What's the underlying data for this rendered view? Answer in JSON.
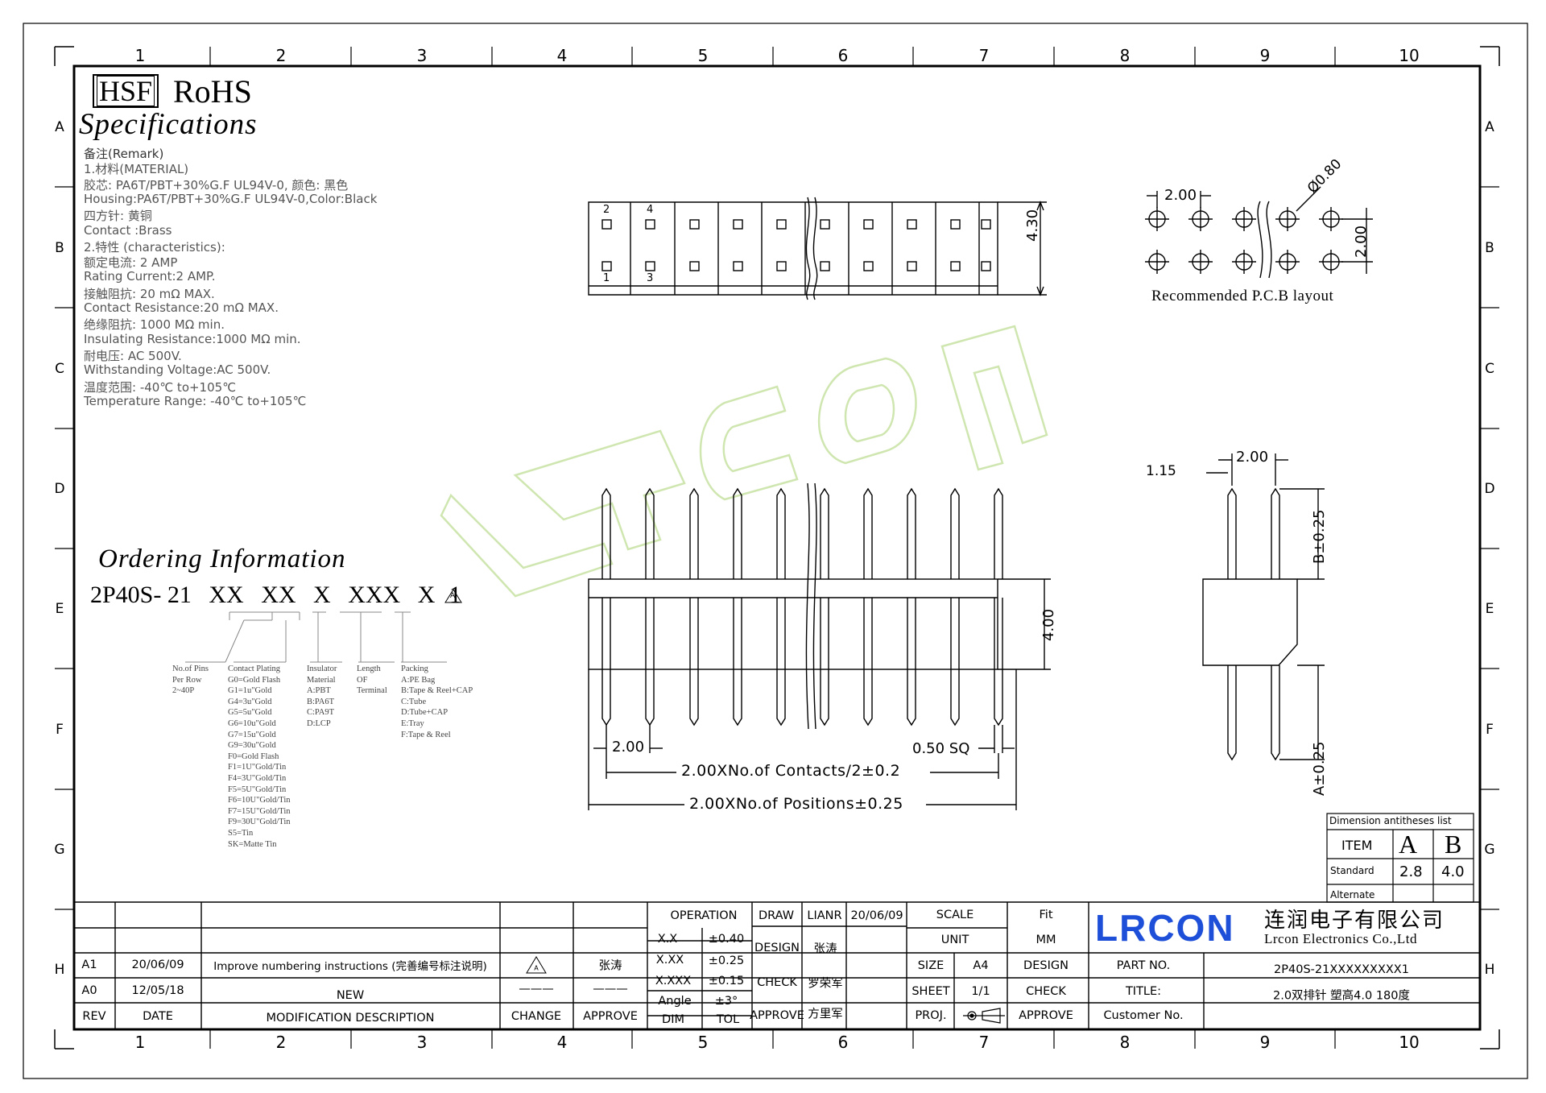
{
  "header": {
    "hsf": "HSF",
    "rohs": "RoHS",
    "specifications_title": "Specifications"
  },
  "specs": [
    "备注(Remark)",
    "1.材料(MATERIAL)",
    "胶芯: PA6T/PBT+30%G.F UL94V-0, 颜色: 黑色",
    "Housing:PA6T/PBT+30%G.F UL94V-0,Color:Black",
    "四方针: 黄铜",
    "Contact :Brass",
    "2.特性 (characteristics):",
    "额定电流: 2 AMP",
    "Rating Current:2 AMP.",
    "接触阻抗: 20 mΩ MAX.",
    "Contact Resistance:20 mΩ MAX.",
    "绝缘阻抗: 1000 MΩ min.",
    "Insulating Resistance:1000 MΩ min.",
    "耐电压: AC 500V.",
    "Withstanding Voltage:AC 500V.",
    "温度范围: -40℃ to+105℃",
    "Temperature Range: -40℃ to+105℃"
  ],
  "ordering": {
    "title": "Ordering Information",
    "code_prefix": "2P40S- 21",
    "parts": [
      "XX",
      "XX",
      "X",
      "XXX",
      "X"
    ],
    "code_suffix": "1",
    "revision_mark": "A",
    "legend_pins": "No.of Pins\nPer Row\n2~40P",
    "legend_plating": "Contact Plating\nG0=Gold Flash\nG1=1u\"Gold\nG4=3u\"Gold\nG5=5u\"Gold\nG6=10u\"Gold\nG7=15u\"Gold\nG9=30u\"Gold\nF0=Gold Flash\nF1=1U\"Gold/Tin\nF4=3U\"Gold/Tin\nF5=5U\"Gold/Tin\nF6=10U\"Gold/Tin\nF7=15U\"Gold/Tin\nF9=30U\"Gold/Tin\nS5=Tin\nSK=Matte Tin",
    "legend_insulator": "Insulator\nMaterial\nA:PBT\nB:PA6T\nC:PA9T\nD:LCP",
    "legend_length": "Length\nOF\nTerminal",
    "legend_packing": "Packing\nA:PE Bag\nB:Tape & Reel+CAP\nC:Tube\nD:Tube+CAP\nE:Tray\nF:Tape & Reel"
  },
  "grid": {
    "cols": [
      "1",
      "2",
      "3",
      "4",
      "5",
      "6",
      "7",
      "8",
      "9",
      "10"
    ],
    "rows": [
      "A",
      "B",
      "C",
      "D",
      "E",
      "F",
      "G",
      "H"
    ]
  },
  "top_view": {
    "pin_labels_top": [
      "2",
      "4"
    ],
    "pin_labels_bottom": [
      "1",
      "3"
    ],
    "height_dim": "4.30"
  },
  "pcb_layout": {
    "pitch_x": "2.00",
    "pitch_y": "2.00",
    "hole_dia": "Ø0.80",
    "caption": "Recommended P.C.B layout"
  },
  "front_view": {
    "body_height": "4.00",
    "pitch": "2.00",
    "pin_size": "0.50 SQ",
    "contacts_dim": "2.00XNo.of Contacts/2±0.2",
    "positions_dim": "2.00XNo.of Positions±0.25"
  },
  "side_view": {
    "pitch": "2.00",
    "offset": "1.15",
    "dim_b": "B±0.25",
    "dim_a": "A±0.25"
  },
  "dimension_table": {
    "title": "Dimension antitheses list",
    "item_label": "ITEM",
    "col_a": "A",
    "col_b": "B",
    "standard_label": "Standard",
    "standard_a": "2.8",
    "standard_b": "4.0",
    "alternate_label": "Alternate"
  },
  "title_block": {
    "rev_rows": [
      {
        "rev": "A1",
        "date": "20/06/09",
        "desc": "Improve numbering instructions (完善编号标注说明)",
        "change": "A",
        "approve": "张涛"
      },
      {
        "rev": "A0",
        "date": "12/05/18",
        "desc": "NEW",
        "change": "———",
        "approve": "———"
      }
    ],
    "headers": {
      "rev": "REV",
      "date": "DATE",
      "desc": "MODIFICATION DESCRIPTION",
      "change": "CHANGE",
      "approve": "APPROVE"
    },
    "operation": "OPERATION",
    "tolerances": [
      {
        "label": "X.X",
        "value": "±0.40"
      },
      {
        "label": "X.XX",
        "value": "±0.25"
      },
      {
        "label": "X.XXX",
        "value": "±0.15"
      },
      {
        "label": "Angle",
        "value": "±3°"
      }
    ],
    "dim": "DIM",
    "tol": "TOL",
    "draw": "DRAW",
    "draw_name": "LIANR",
    "draw_date": "20/06/09",
    "design": "DESIGN",
    "design_name": "张涛",
    "check": "CHECK",
    "check_name": "罗荣军",
    "approve": "APPROVE",
    "approve_name": "方里军",
    "scale": "SCALE",
    "scale_val": "Fit",
    "unit": "UNIT",
    "unit_val": "MM",
    "size": "SIZE",
    "size_val": "A4",
    "sheet": "SHEET",
    "sheet_val": "1/1",
    "proj": "PROJ.",
    "design2": "DESIGN",
    "check2": "CHECK",
    "approve2": "APPROVE",
    "company_logo": "LRCON",
    "company_cn": "连润电子有限公司",
    "company_en": "Lrcon Electronics Co.,Ltd",
    "part_no_label": "PART NO.",
    "part_no": "2P40S-21XXXXXXXXX1",
    "title_label": "TITLE:",
    "title_val": "2.0双排针 塑高4.0 180度",
    "customer_label": "Customer No."
  },
  "colors": {
    "watermark": "#cfe6b0",
    "line": "#000000",
    "text_gray": "#555555"
  }
}
